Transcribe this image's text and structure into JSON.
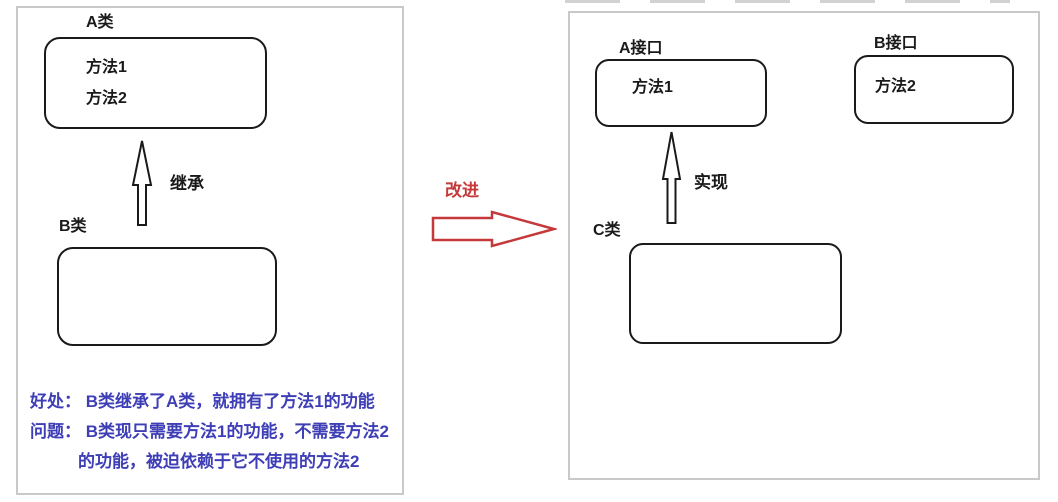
{
  "left_panel": {
    "class_a_label": "A类",
    "class_a_methods": [
      "方法1",
      "方法2"
    ],
    "inherit_arrow_label": "继承",
    "class_b_label": "B类",
    "notes": [
      "好处： B类继承了A类，就拥有了方法1的功能",
      "问题： B类现只需要方法1的功能，不需要方法2",
      "的功能，被迫依赖于它不使用的方法2"
    ]
  },
  "transition": {
    "label": "改进"
  },
  "right_panel": {
    "interface_a_label": "A接口",
    "interface_a_method": "方法1",
    "interface_b_label": "B接口",
    "interface_b_method": "方法2",
    "implement_arrow_label": "实现",
    "class_c_label": "C类"
  },
  "colors": {
    "note_blue": "#3e3eb6",
    "accent_red": "#c5393b",
    "shape_black": "#1a1a1a",
    "panel_border": "#c9c9c9"
  }
}
